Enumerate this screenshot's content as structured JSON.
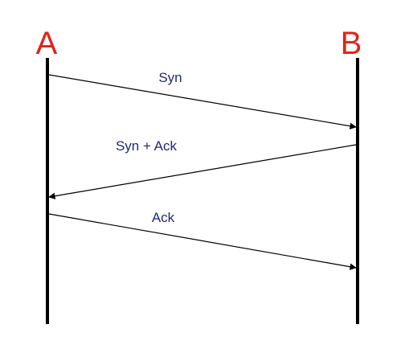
{
  "participants": {
    "a": {
      "label": "A"
    },
    "b": {
      "label": "B"
    }
  },
  "messages": [
    {
      "label": "Syn",
      "from": "A",
      "to": "B"
    },
    {
      "label": "Syn + Ack",
      "from": "B",
      "to": "A"
    },
    {
      "label": "Ack",
      "from": "A",
      "to": "B"
    }
  ],
  "colors": {
    "participant_label": "#e2231a",
    "message_label": "#1f2a78",
    "lines": "#000000",
    "background": "#ffffff"
  }
}
